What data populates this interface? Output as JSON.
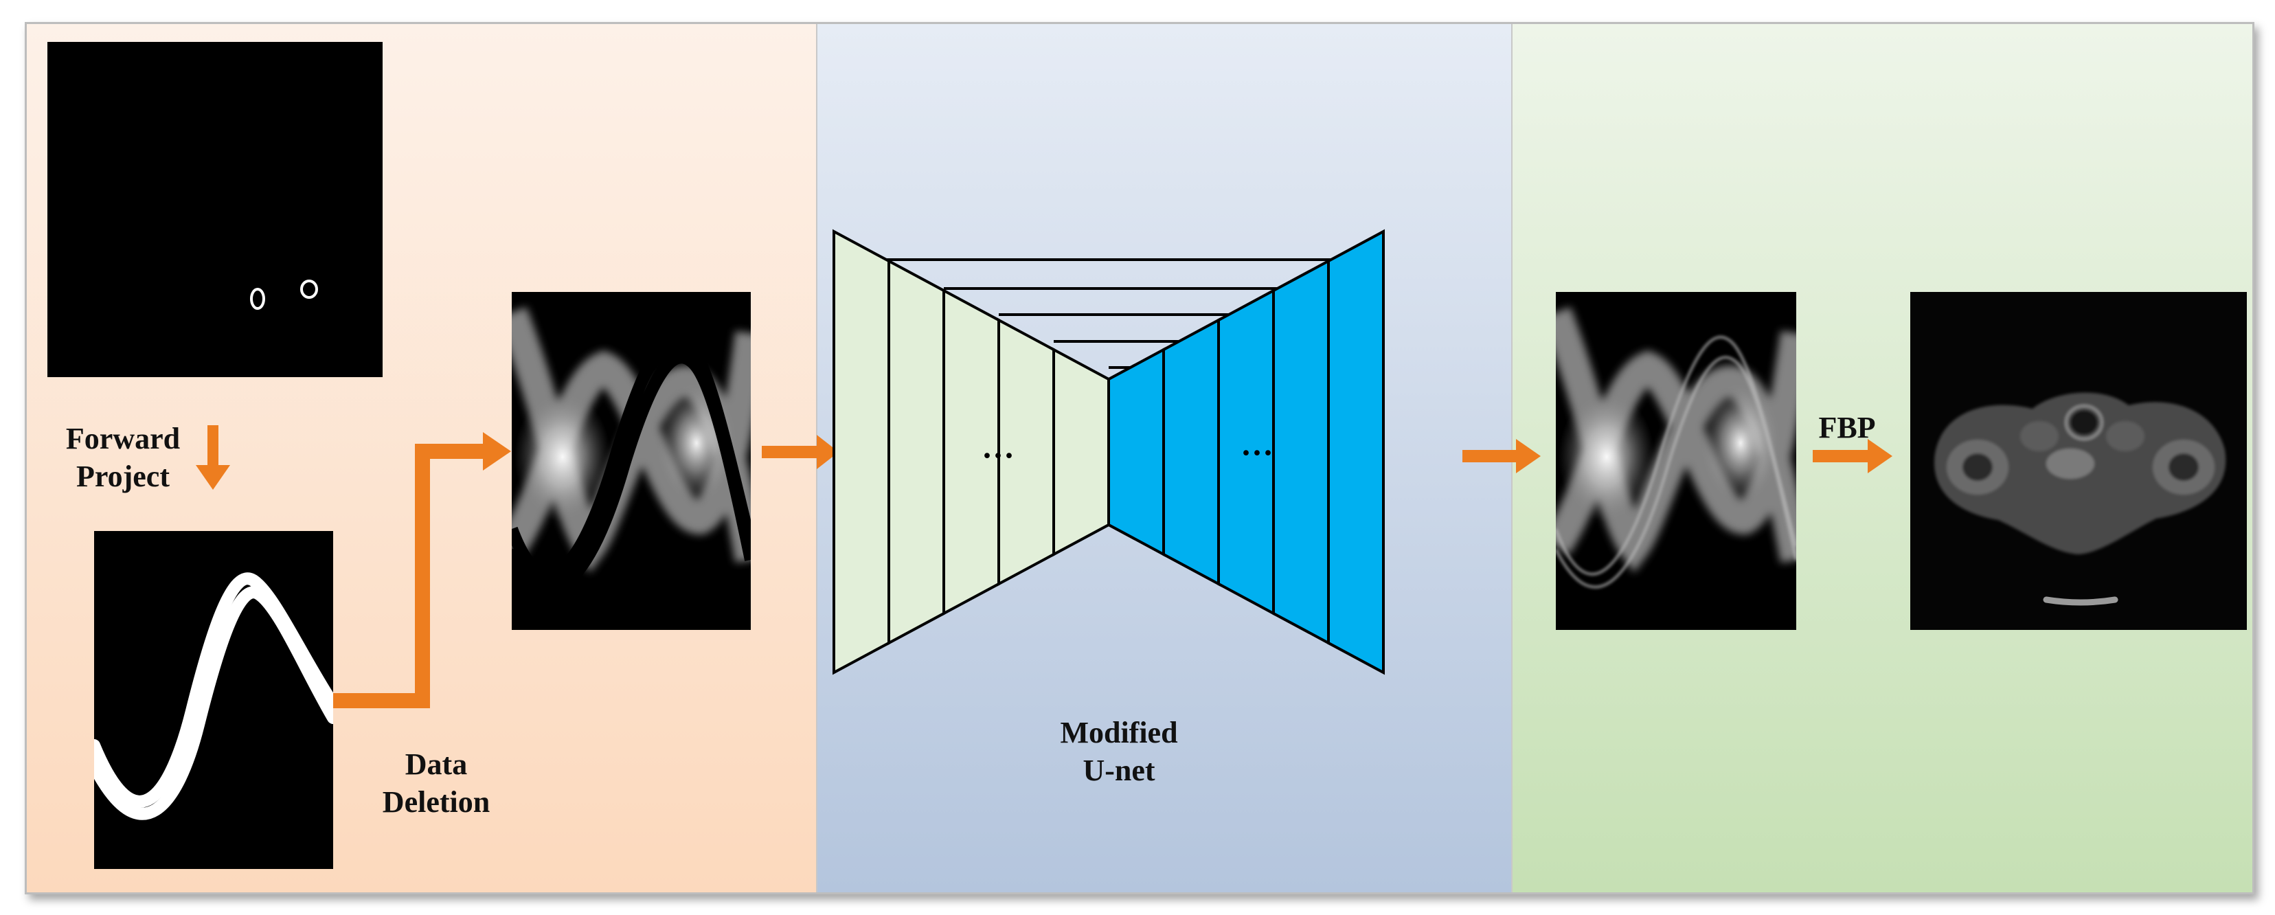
{
  "labels": {
    "forward_project": [
      "Forward",
      "Project"
    ],
    "data_deletion": [
      "Data",
      "Deletion"
    ],
    "network": [
      "Modified",
      "U-net"
    ],
    "fbp": "FBP",
    "ellipsis": "···"
  },
  "colors": {
    "panel_input": "#fcd9bd",
    "panel_network": "#b4c5dd",
    "panel_output": "#c6e0b4",
    "arrow": "#ed7d1f",
    "encoder_fill": "#e2efd9",
    "decoder_fill": "#00b0f0",
    "outline": "#000000"
  }
}
